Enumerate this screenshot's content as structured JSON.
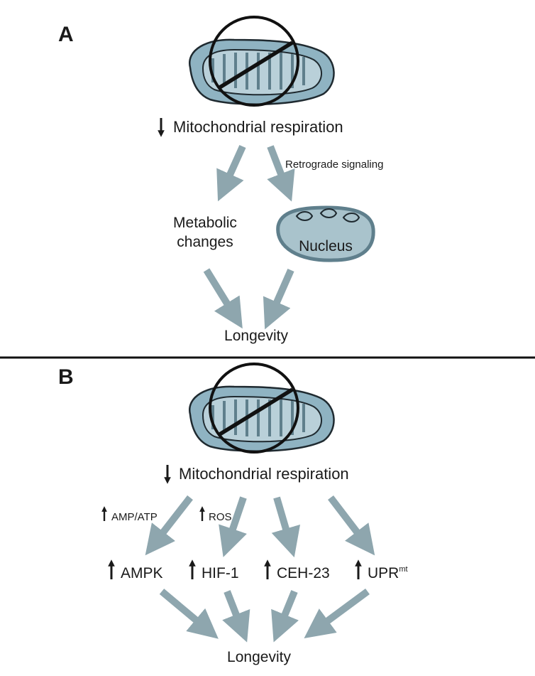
{
  "panel_a": {
    "letter": "A",
    "respiration": "Mitochondrial respiration",
    "retrograde": "Retrograde signaling",
    "metabolic_line1": "Metabolic",
    "metabolic_line2": "changes",
    "nucleus": "Nucleus",
    "longevity": "Longevity"
  },
  "panel_b": {
    "letter": "B",
    "respiration": "Mitochondrial respiration",
    "amp_atp": "AMP/ATP",
    "ros": "ROS",
    "ampk": "AMPK",
    "hif1": "HIF-1",
    "ceh23": "CEH-23",
    "upr": "UPR",
    "upr_sup": "mt",
    "longevity": "Longevity"
  },
  "colors": {
    "arrow": "#8ea6ae",
    "mito_fill": "#8fb3c2",
    "nucleus_fill": "#a9c3cc",
    "ink": "#1a1a1a"
  }
}
